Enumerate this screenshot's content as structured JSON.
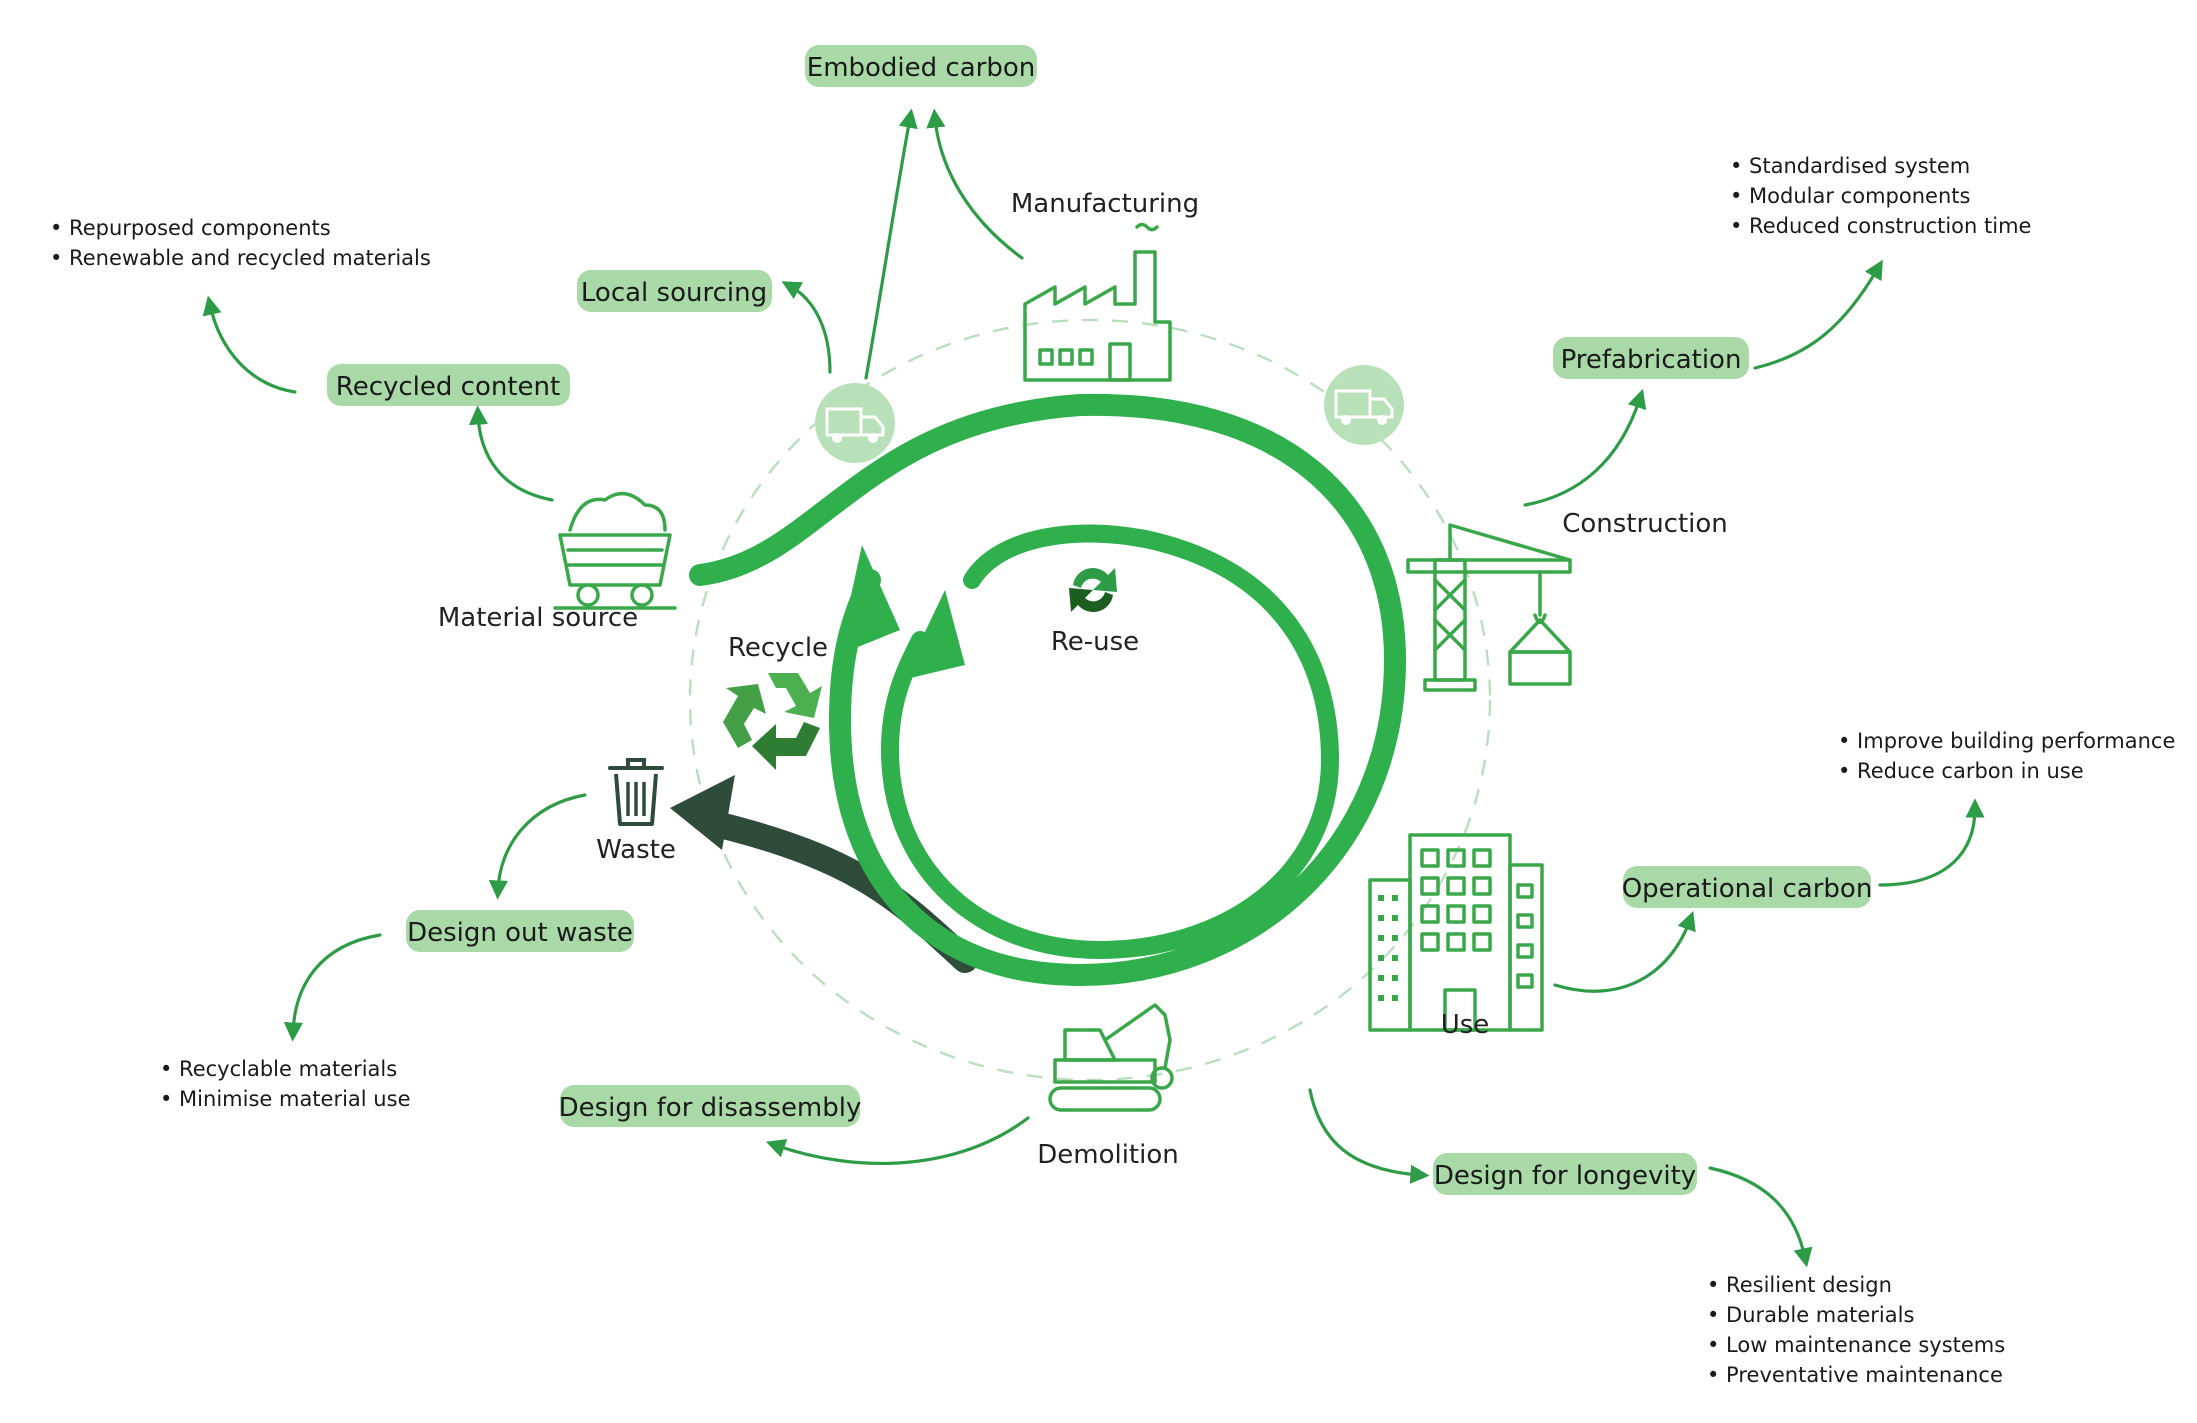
{
  "colors": {
    "pill": "#a8d9a6",
    "loop": "#2fb04c",
    "icon": "#3aa84a",
    "waste": "#2f4b3a",
    "arrow": "#2e9b47"
  },
  "stages": {
    "manufacturing": "Manufacturing",
    "construction": "Construction",
    "use": "Use",
    "demolition": "Demolition",
    "material_source": "Material source",
    "recycle": "Recycle",
    "reuse": "Re-use",
    "waste": "Waste"
  },
  "pills": {
    "embodied_carbon": "Embodied carbon",
    "local_sourcing": "Local sourcing",
    "recycled_content": "Recycled content",
    "prefabrication": "Prefabrication",
    "operational_carbon": "Operational carbon",
    "design_out_waste": "Design out waste",
    "design_for_disassembly": "Design for disassembly",
    "design_for_longevity": "Design for longevity"
  },
  "bullets": {
    "recycled_content": [
      "• Repurposed components",
      "• Renewable and recycled materials"
    ],
    "prefabrication": [
      "• Standardised system",
      "• Modular components",
      "• Reduced construction time"
    ],
    "operational_carbon": [
      "• Improve building performance",
      "• Reduce carbon in use"
    ],
    "design_out_waste": [
      "• Recyclable materials",
      "• Minimise material use"
    ],
    "design_for_longevity": [
      "• Resilient design",
      "• Durable materials",
      "• Low maintenance systems",
      "• Preventative maintenance"
    ]
  },
  "icons": [
    "factory-icon",
    "truck-icon",
    "crane-icon",
    "building-icon",
    "excavator-icon",
    "mine-cart-icon",
    "recycle-icon",
    "reuse-icon",
    "trash-can-icon"
  ]
}
